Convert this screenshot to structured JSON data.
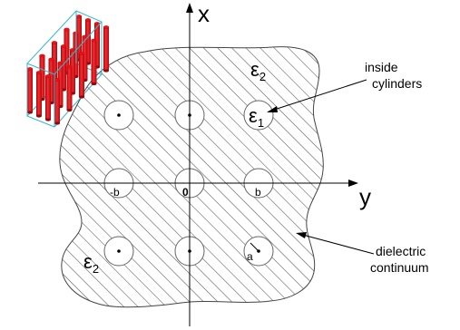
{
  "axes": {
    "x_label": "x",
    "y_label": "y"
  },
  "points": {
    "origin": "0",
    "neg_b": "-b",
    "pos_b": "b",
    "radius": "a"
  },
  "media": {
    "outer": {
      "symbol": "ε",
      "sub": "2"
    },
    "inner": {
      "symbol": "ε",
      "sub": "1"
    }
  },
  "annotations": {
    "cylinders_line1": "inside",
    "cylinders_line2": "cylinders",
    "continuum_line1": "dielectric",
    "continuum_line2": "continuum"
  },
  "colors": {
    "hatch": "#555555",
    "cylinder_red": "#e8131a",
    "box_edge": "#35b9c9"
  }
}
